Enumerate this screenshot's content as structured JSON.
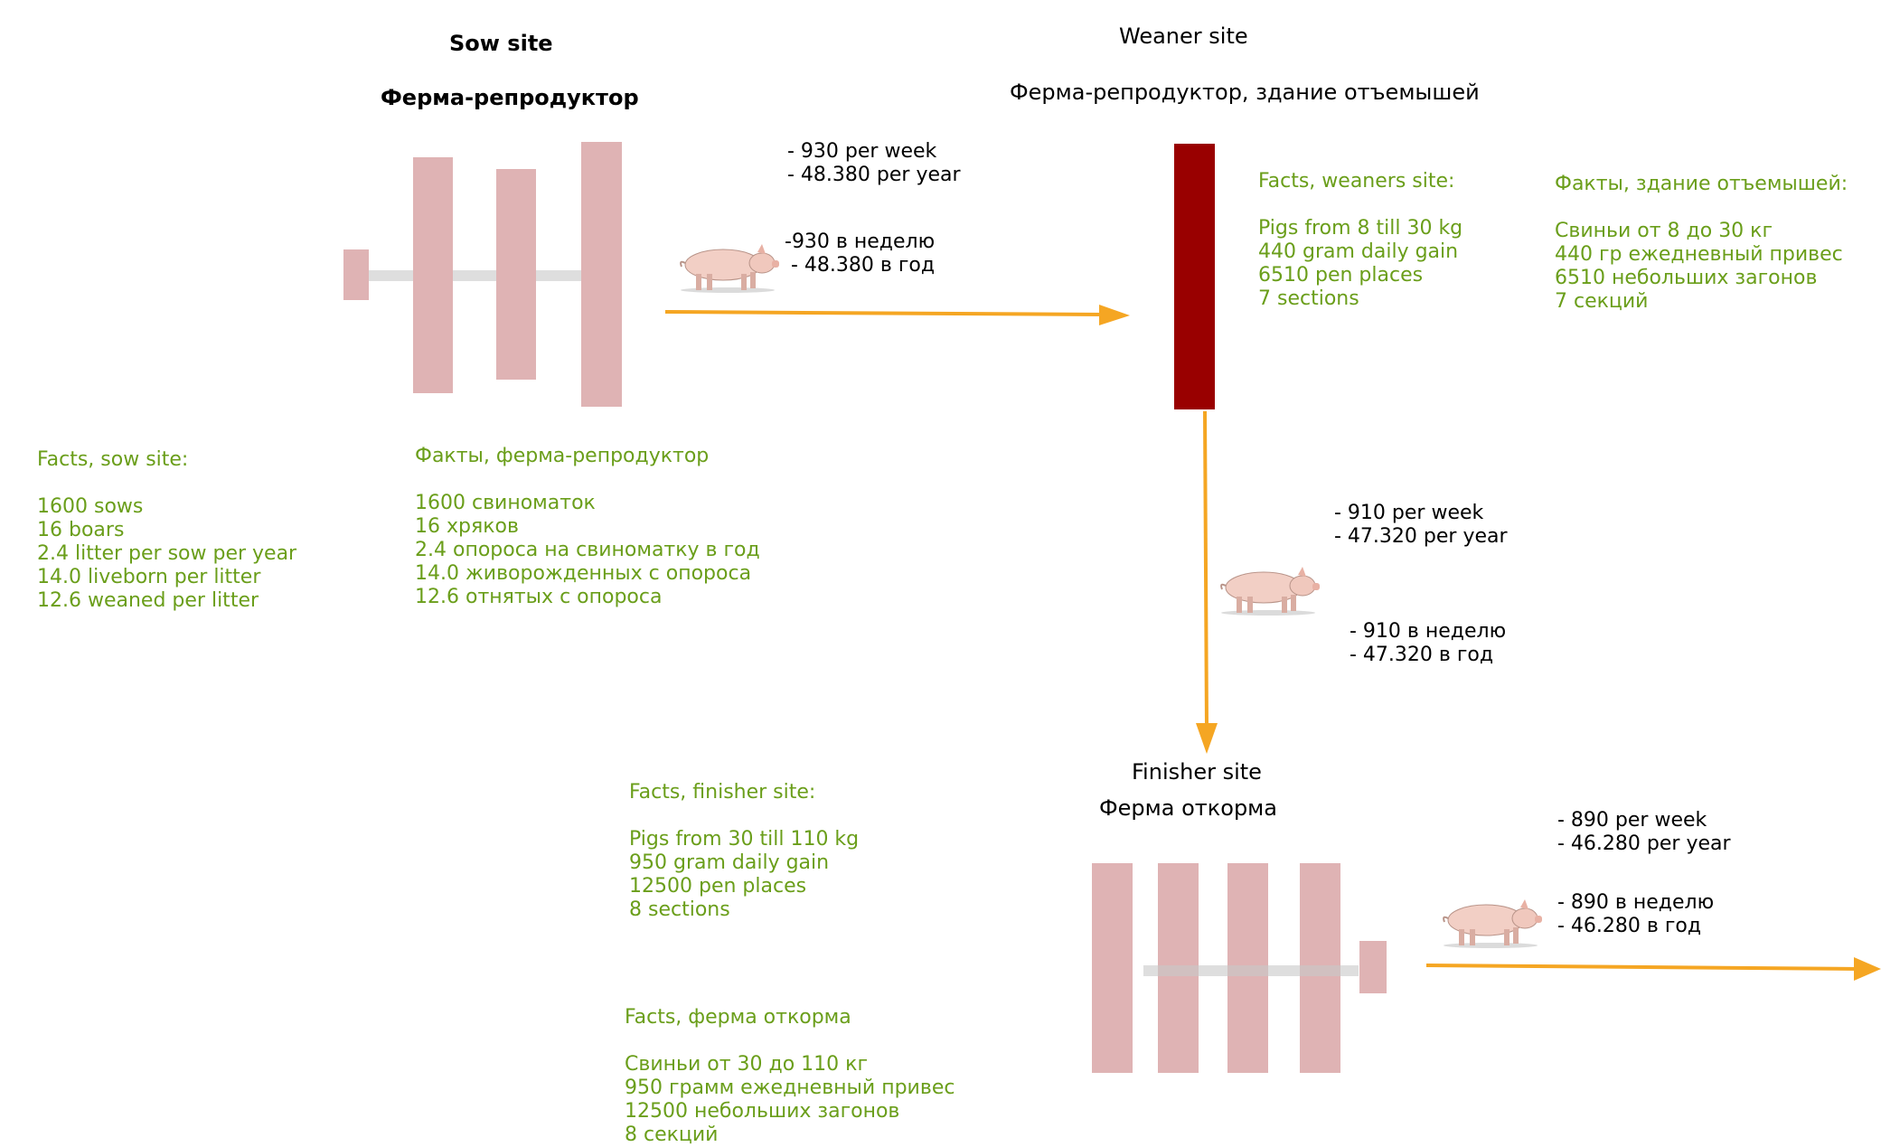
{
  "sow_site": {
    "title_en": "Sow site",
    "title_ru": "Ферма-репродуктор",
    "facts_en": "Facts, sow site:\n\n1600 sows\n16 boars\n2.4 litter per sow per year\n14.0 liveborn per litter\n12.6 weaned per litter",
    "facts_ru": "Факты, ферма-репродуктор\n\n1600 свиноматок\n16 хряков\n2.4 опороса на свиноматку в год\n14.0 живорожденных с опороса\n12.6 отнятых с опороса"
  },
  "weaner_site": {
    "title_en": "Weaner site",
    "title_ru": "Ферма-репродуктор, здание отъемышей",
    "facts_en": "Facts, weaners site:\n\nPigs from 8 till 30 kg\n440 gram daily gain\n6510 pen places\n7 sections",
    "facts_ru": "Факты, здание отъемышей:\n\nСвиньи от 8 до 30 кг\n440 гр ежедневный привес\n6510 небольших загонов\n7 секций"
  },
  "finisher_site": {
    "title_en": "Finisher site",
    "title_ru": "Ферма откорма",
    "facts_en": "Facts, finisher site:\n\nPigs from 30 till 110 kg\n950 gram daily gain\n12500 pen places\n8 sections",
    "facts_ru": "Facts, ферма откорма\n\nСвиньи от 30 до 110 кг\n950 грамм ежедневный привес\n12500 небольших загонов\n8 секций"
  },
  "flows": {
    "sow_to_weaner_en": "- 930 per week\n- 48.380 per year",
    "sow_to_weaner_ru": "-930 в неделю\n - 48.380 в год",
    "weaner_to_finisher_en": "- 910 per week\n- 47.320 per year",
    "weaner_to_finisher_ru": "- 910 в неделю\n- 47.320 в год",
    "finisher_out_en": "- 890 per week\n- 46.280 per year",
    "finisher_out_ru": "- 890 в неделю\n- 46.280 в год"
  },
  "colors": {
    "facts_text": "#6a9e1a",
    "building": "#dfb3b4",
    "weaner_building": "#990000",
    "arrow": "#f5a623"
  },
  "icons": [
    "pig-icon"
  ]
}
